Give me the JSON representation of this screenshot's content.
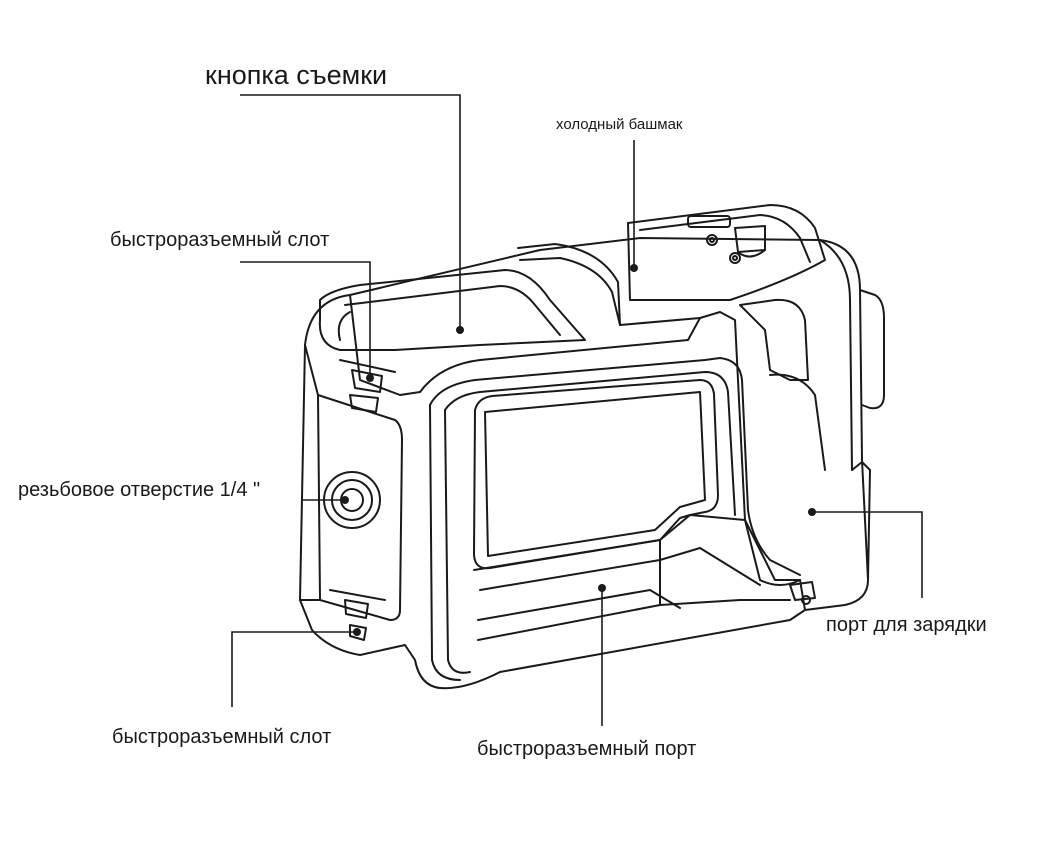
{
  "labels": {
    "shutter_button": "кнопка съемки",
    "cold_shoe": "холодный башмак",
    "quick_release_slot_top": "быстроразъемный слот",
    "thread_hole": "резьбовое отверстие 1/4 \"",
    "charging_port": "порт для зарядки",
    "quick_release_slot_bottom": "быстроразъемный слот",
    "quick_release_port": "быстроразъемный порт"
  },
  "colors": {
    "line": "#1a1a1a",
    "background": "#ffffff"
  }
}
